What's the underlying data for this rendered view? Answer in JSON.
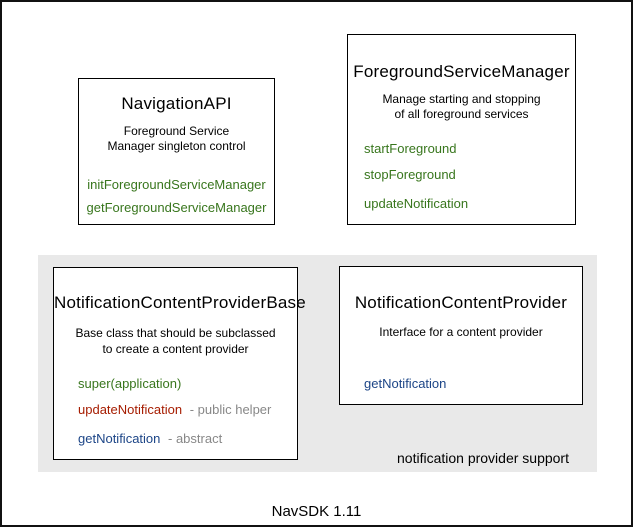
{
  "footer": "NavSDK 1.11",
  "panel_label": "notification provider support",
  "colors": {
    "method_green": "#38761d",
    "method_red": "#a61c00",
    "method_blue": "#1c4587",
    "note_gray": "#888888",
    "panel_background": "#e9e9e9"
  },
  "boxes": {
    "navigation_api": {
      "title": "NavigationAPI",
      "desc_line1": "Foreground Service",
      "desc_line2": "Manager singleton control",
      "method1": "initForegroundServiceManager",
      "method2": "getForegroundServiceManager"
    },
    "foreground_service_manager": {
      "title": "ForegroundServiceManager",
      "desc_line1": "Manage starting and stopping",
      "desc_line2": "of all foreground services",
      "method1": "startForeground",
      "method2": "stopForeground",
      "method3": "updateNotification"
    },
    "notification_content_provider_base": {
      "title": "NotificationContentProviderBase",
      "desc_line1": "Base class that should be subclassed",
      "desc_line2": "to create a content provider",
      "method1": "super(application)",
      "method2": "updateNotification",
      "method2_note": "- public helper",
      "method3": "getNotification",
      "method3_note": "- abstract"
    },
    "notification_content_provider": {
      "title": "NotificationContentProvider",
      "desc_line1": "Interface for a content provider",
      "method1": "getNotification"
    }
  }
}
